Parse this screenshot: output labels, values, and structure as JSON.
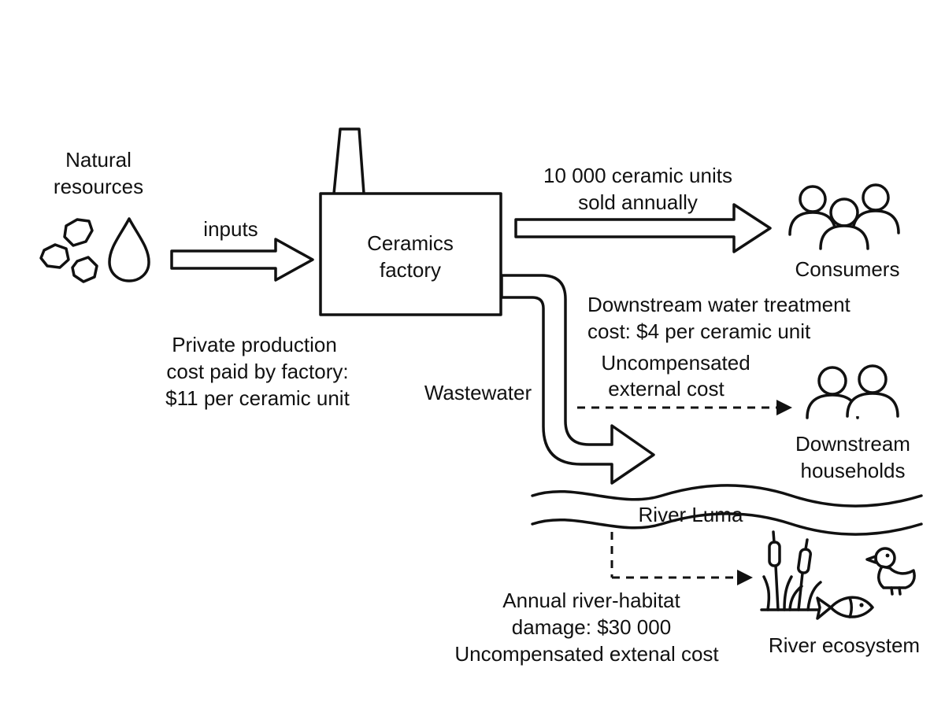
{
  "colors": {
    "ink": "#111111",
    "background": "#ffffff"
  },
  "nodes": {
    "natural_resources": {
      "label_lines": [
        "Natural",
        "resources"
      ],
      "icons": [
        "rocks-icon",
        "water-drop-icon"
      ]
    },
    "factory": {
      "label_lines": [
        "Ceramics",
        "factory"
      ],
      "icons": [
        "chimney-icon"
      ]
    },
    "consumers": {
      "label": "Consumers",
      "icons": [
        "people-group-icon"
      ]
    },
    "downstream_households": {
      "label_lines": [
        "Downstream",
        "households"
      ],
      "icons": [
        "people-pair-icon"
      ]
    },
    "river": {
      "label": "River Luma",
      "icons": [
        "river-waves-icon"
      ]
    },
    "river_ecosystem": {
      "label": "River ecosystem",
      "icons": [
        "cattail-icon",
        "fish-icon",
        "duck-icon"
      ]
    }
  },
  "flows": {
    "inputs": {
      "label": "inputs"
    },
    "output": {
      "label_lines": [
        "10 000 ceramic units",
        "sold annually"
      ]
    },
    "wastewater": {
      "label": "Wastewater"
    }
  },
  "costs": {
    "private": {
      "label_lines": [
        "Private production",
        "cost paid by factory:",
        "$11 per ceramic unit"
      ]
    },
    "treatment": {
      "label_lines": [
        "Downstream water treatment",
        "cost: $4 per ceramic unit"
      ]
    },
    "household_external": {
      "label_lines": [
        "Uncompensated",
        "external cost"
      ]
    },
    "habitat": {
      "label_lines": [
        "Annual river-habitat",
        "damage: $30 000",
        "Uncompensated extenal cost"
      ]
    }
  }
}
